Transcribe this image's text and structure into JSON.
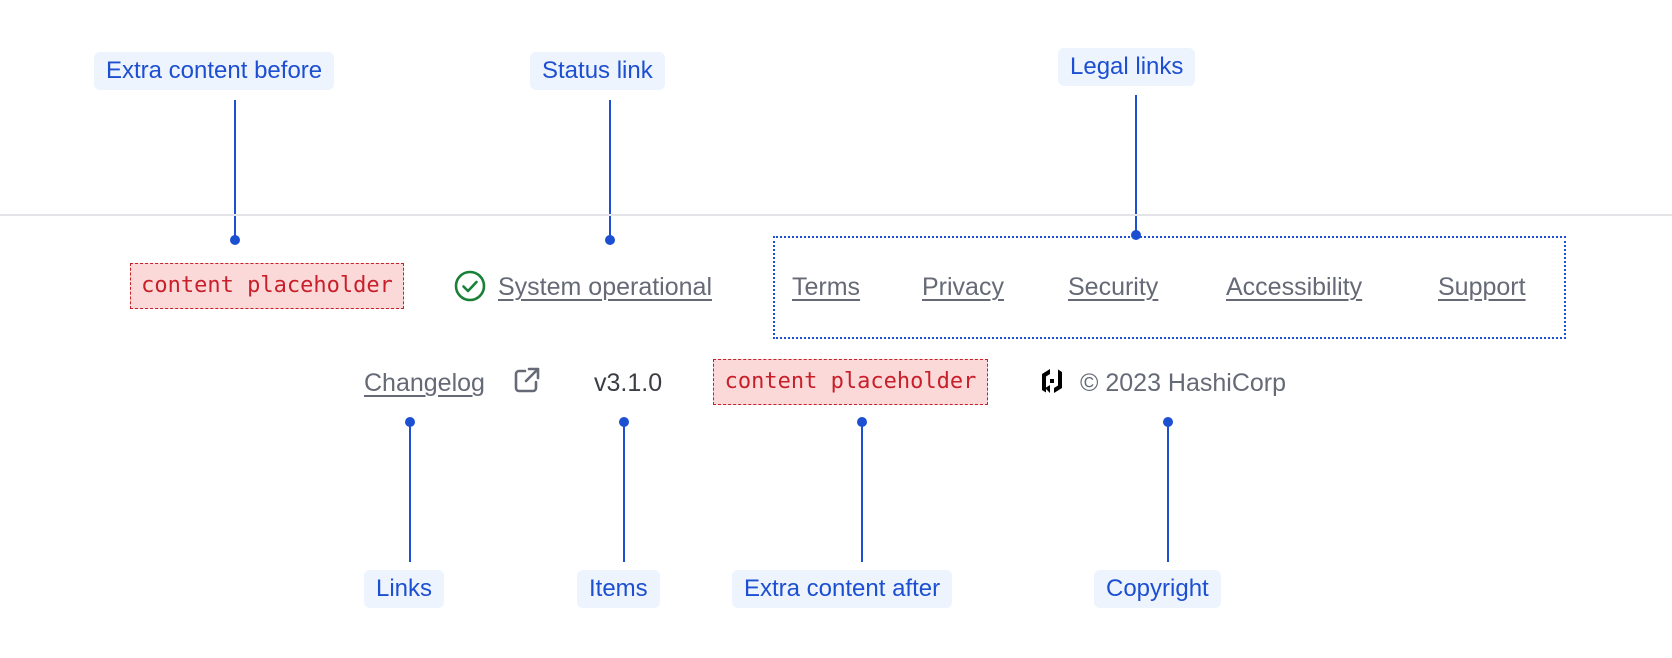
{
  "callouts": {
    "extra_before": "Extra content before",
    "status_link": "Status link",
    "legal_links": "Legal links",
    "links": "Links",
    "items": "Items",
    "extra_after": "Extra content after",
    "copyright": "Copyright"
  },
  "footer": {
    "extra_before_placeholder": "content placeholder",
    "status": {
      "label": "System operational",
      "icon": "check-circle-icon",
      "color": "#198038"
    },
    "legal_links": [
      "Terms",
      "Privacy",
      "Security",
      "Accessibility",
      "Support"
    ],
    "links": [
      {
        "label": "Changelog",
        "icon": "external-link-icon"
      }
    ],
    "items": [
      "v3.1.0"
    ],
    "extra_after_placeholder": "content placeholder",
    "copyright": {
      "logo": "hashicorp-logo-icon",
      "text": "© 2023 HashiCorp"
    }
  },
  "colors": {
    "annotation": "#1c4fd1",
    "annotation_bg": "#eef4fd",
    "placeholder_border": "#c8202b",
    "placeholder_bg": "#fcd9d9",
    "link_text": "#656a76",
    "divider": "#e2e4e8"
  }
}
